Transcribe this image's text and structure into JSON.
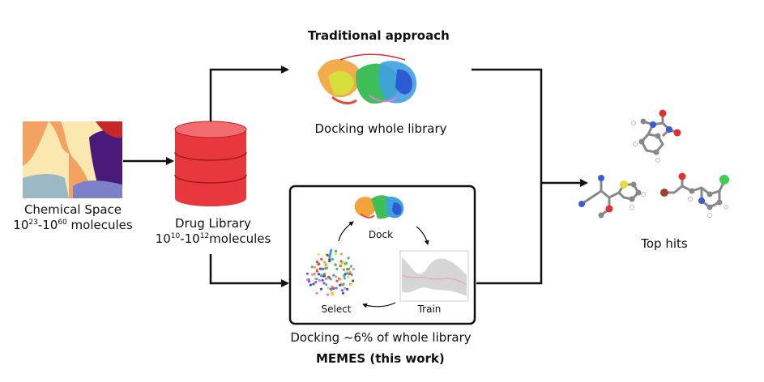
{
  "title_traditional": "Traditional approach",
  "title_memes": "MEMES (this work)",
  "chemical_space": {
    "label": "Chemical Space",
    "range_base1": "10",
    "range_exp1": "23",
    "range_sep": "-10",
    "range_exp2": "60",
    "range_suffix": " molecules"
  },
  "drug_library": {
    "label": "Drug Library",
    "range_base1": "10",
    "range_exp1": "10",
    "range_sep": "-10",
    "range_exp2": "12",
    "range_suffix": "molecules"
  },
  "traditional_caption": "Docking whole library",
  "memes_caption": "Docking ~6% of whole library",
  "cycle": {
    "dock": "Dock",
    "train": "Train",
    "select": "Select"
  },
  "top_hits": "Top hits",
  "colors": {
    "arrow": "#111111",
    "cylinder": "#e8383d",
    "cylinder_top": "#f26b6f",
    "chem_orange": "#f4a261",
    "chem_yellow": "#fbe7b0",
    "chem_purple": "#4a1a7a",
    "chem_blue": "#7d7fc7",
    "chem_teal": "#9bb8c4",
    "chem_red": "#c62828"
  }
}
